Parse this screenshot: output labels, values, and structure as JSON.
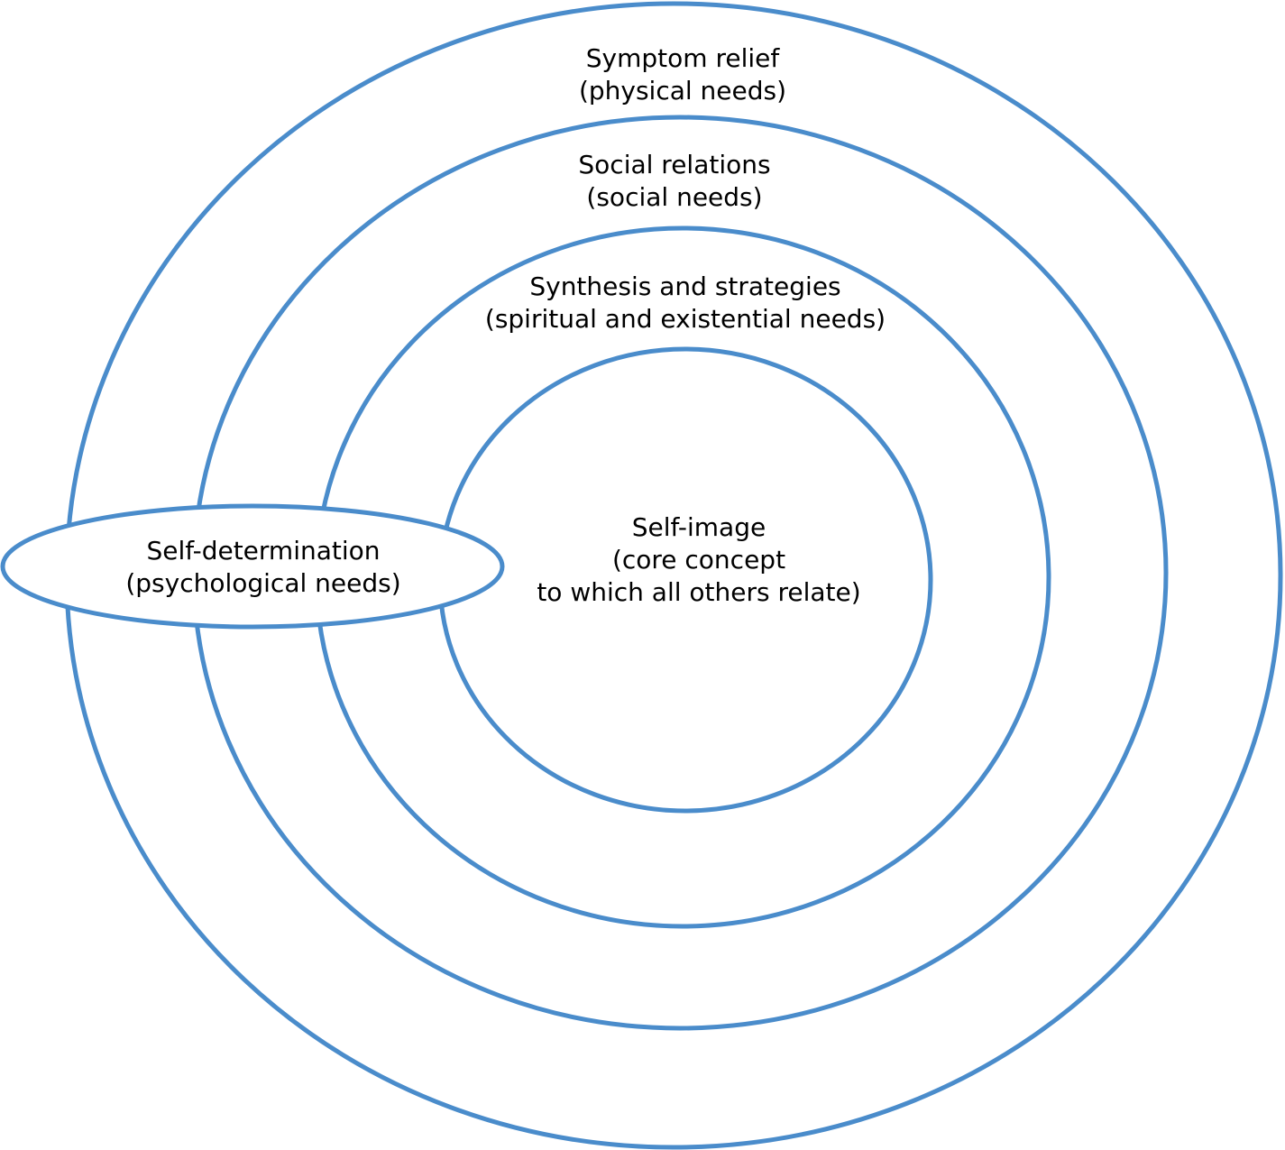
{
  "diagram": {
    "stroke_color": "#4a8ccb",
    "rings": [
      {
        "title": "Symptom relief",
        "subtitle": "(physical needs)"
      },
      {
        "title": "Social relations",
        "subtitle": "(social needs)"
      },
      {
        "title": "Synthesis and strategies",
        "subtitle": "(spiritual and existential needs)"
      },
      {
        "title": "Self-image",
        "subtitle_line1": "(core concept",
        "subtitle_line2": "to which all others relate)"
      }
    ],
    "side_ellipse": {
      "title": "Self-determination",
      "subtitle": "(psychological needs)"
    }
  }
}
